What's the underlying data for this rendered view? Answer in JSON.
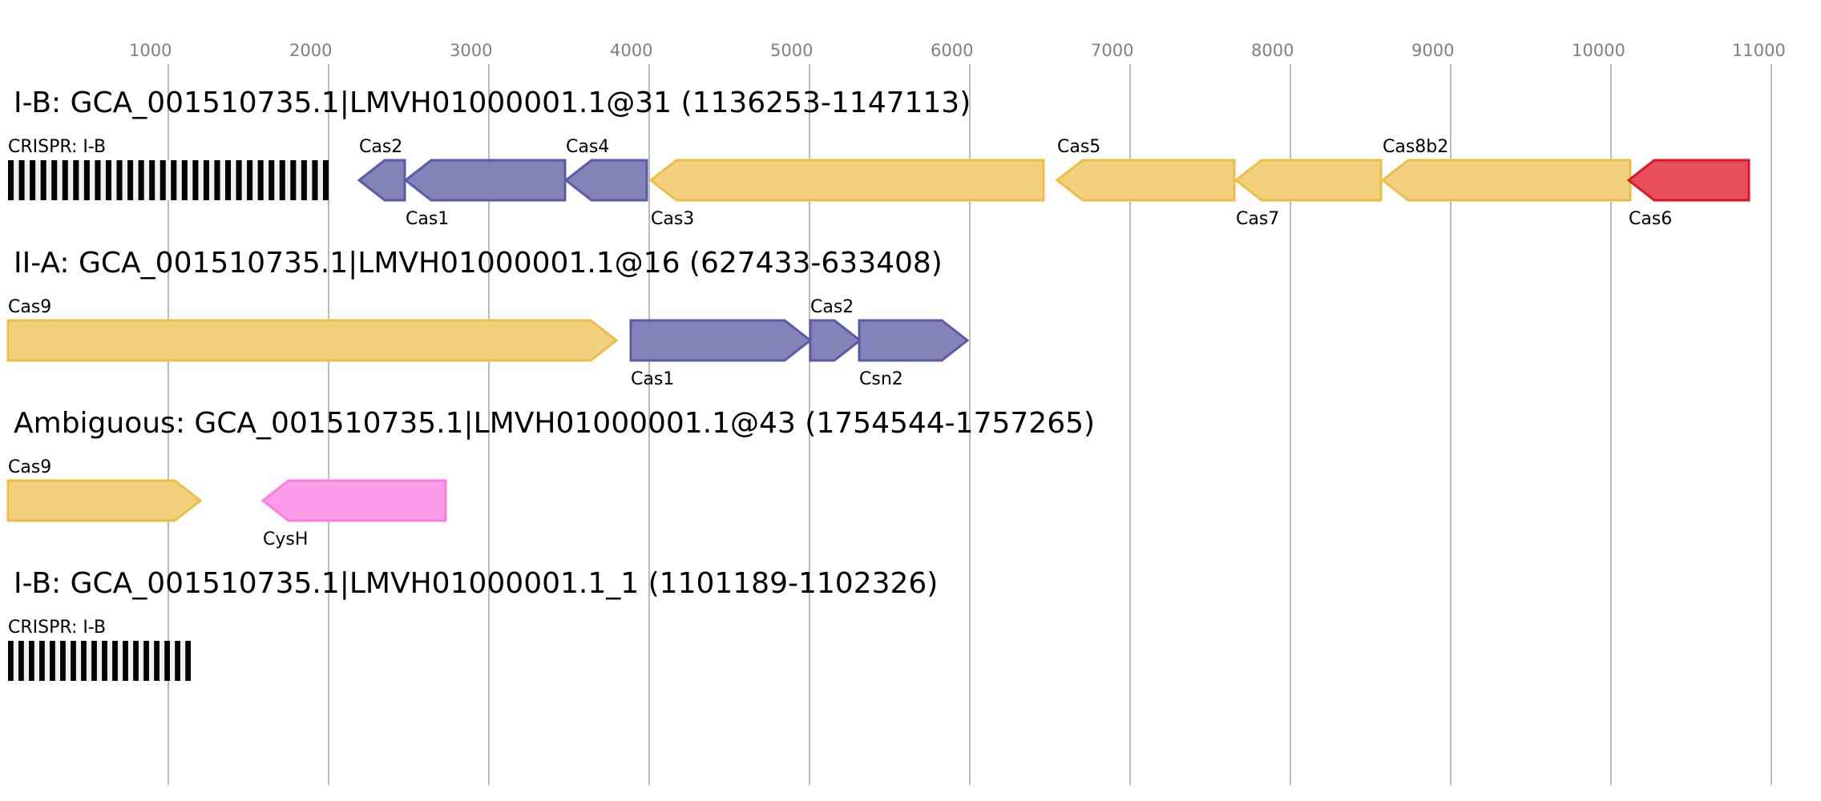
{
  "axis": {
    "ticks": [
      "1000",
      "2000",
      "3000",
      "4000",
      "5000",
      "6000",
      "7000",
      "8000",
      "9000",
      "10000",
      "11000"
    ],
    "tick_values": [
      1000,
      2000,
      3000,
      4000,
      5000,
      6000,
      7000,
      8000,
      9000,
      10000,
      11000
    ]
  },
  "colors": {
    "adaptation": {
      "fill": "#7b7db5",
      "stroke": "#5a5aa8"
    },
    "effector": {
      "fill": "#f2cd75",
      "stroke": "#edbd4a"
    },
    "cas6": {
      "fill": "#e54550",
      "stroke": "#dc1626"
    },
    "other": {
      "fill": "#fd97e8",
      "stroke": "#fd7ddd"
    }
  },
  "tracks": [
    {
      "title": "I-B: GCA_001510735.1|LMVH01000001.1@31 (1136253-1147113)",
      "features": [
        {
          "label": "CRISPR: I-B",
          "type": "crispr",
          "start": 0,
          "end": 2000,
          "repeats": 30,
          "label_pos": "above"
        },
        {
          "label": "Cas2",
          "type": "gene",
          "start": 2190,
          "end": 2475,
          "strand": "-",
          "color": "adaptation",
          "label_pos": "above"
        },
        {
          "label": "Cas1",
          "type": "gene",
          "start": 2480,
          "end": 3475,
          "strand": "-",
          "color": "adaptation",
          "label_pos": "below"
        },
        {
          "label": "Cas4",
          "type": "gene",
          "start": 3480,
          "end": 3985,
          "strand": "-",
          "color": "adaptation",
          "label_pos": "above"
        },
        {
          "label": "Cas3",
          "type": "gene",
          "start": 4010,
          "end": 6460,
          "strand": "-",
          "color": "effector",
          "label_pos": "below"
        },
        {
          "label": "Cas5",
          "type": "gene",
          "start": 6545,
          "end": 7650,
          "strand": "-",
          "color": "effector",
          "label_pos": "above"
        },
        {
          "label": "Cas7",
          "type": "gene",
          "start": 7660,
          "end": 8565,
          "strand": "-",
          "color": "effector",
          "label_pos": "below"
        },
        {
          "label": "Cas8b2",
          "type": "gene",
          "start": 8575,
          "end": 10120,
          "strand": "-",
          "color": "effector",
          "label_pos": "above"
        },
        {
          "label": "Cas6",
          "type": "gene",
          "start": 10110,
          "end": 10860,
          "strand": "-",
          "color": "cas6",
          "label_pos": "below"
        }
      ]
    },
    {
      "title": "II-A: GCA_001510735.1|LMVH01000001.1@16 (627433-633408)",
      "features": [
        {
          "label": "Cas9",
          "type": "gene",
          "start": 0,
          "end": 3795,
          "strand": "+",
          "color": "effector",
          "label_pos": "above"
        },
        {
          "label": "Cas1",
          "type": "gene",
          "start": 3885,
          "end": 5005,
          "strand": "+",
          "color": "adaptation",
          "label_pos": "below"
        },
        {
          "label": "Cas2",
          "type": "gene",
          "start": 5005,
          "end": 5315,
          "strand": "+",
          "color": "adaptation",
          "label_pos": "above"
        },
        {
          "label": "Csn2",
          "type": "gene",
          "start": 5310,
          "end": 5985,
          "strand": "+",
          "color": "adaptation",
          "label_pos": "below"
        }
      ]
    },
    {
      "title": "Ambiguous: GCA_001510735.1|LMVH01000001.1@43 (1754544-1757265)",
      "features": [
        {
          "label": "Cas9",
          "type": "gene",
          "start": 0,
          "end": 1200,
          "strand": "+",
          "color": "effector",
          "label_pos": "above"
        },
        {
          "label": "CysH",
          "type": "gene",
          "start": 1590,
          "end": 2730,
          "strand": "-",
          "color": "other",
          "label_pos": "below"
        }
      ]
    },
    {
      "title": "I-B: GCA_001510735.1|LMVH01000001.1_1 (1101189-1102326)",
      "features": [
        {
          "label": "CRISPR: I-B",
          "type": "crispr",
          "start": 0,
          "end": 1140,
          "repeats": 18,
          "label_pos": "above"
        }
      ]
    }
  ]
}
